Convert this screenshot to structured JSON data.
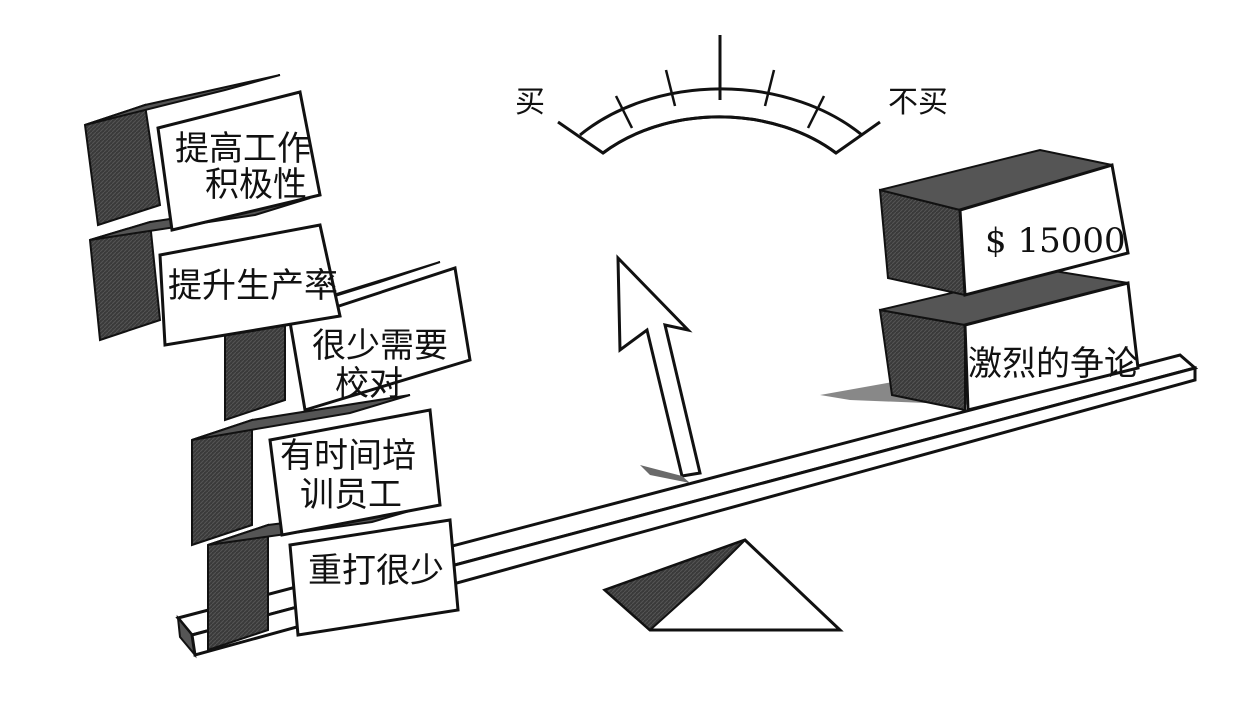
{
  "gauge": {
    "left_label": "买",
    "right_label": "不买"
  },
  "left_blocks": [
    {
      "lines": [
        "重打很少"
      ]
    },
    {
      "lines": [
        "有时间培",
        "训员工"
      ]
    },
    {
      "lines": [
        "很少需要",
        "校对"
      ]
    },
    {
      "lines": [
        "提升生产率"
      ]
    },
    {
      "lines": [
        "提高工作",
        "积极性"
      ]
    }
  ],
  "right_blocks": [
    {
      "lines": [
        "激烈的争论"
      ]
    },
    {
      "lines": [
        "$ 15000"
      ]
    }
  ],
  "colors": {
    "block_side": "#3a3a3a",
    "block_face": "#ffffff",
    "stroke": "#111111",
    "shadow": "#6a6a6a"
  }
}
